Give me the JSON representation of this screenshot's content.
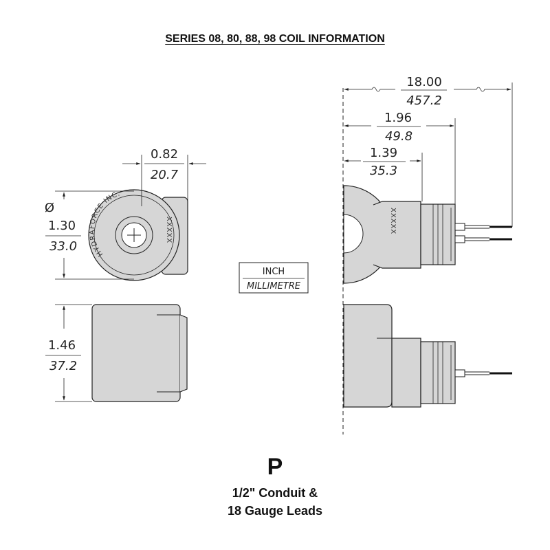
{
  "title": "SERIES 08, 80, 88, 98 COIL INFORMATION",
  "units": {
    "inch": "INCH",
    "mm": "MILLIMETRE"
  },
  "dimensions": {
    "width_face": {
      "inch": "0.82",
      "mm": "20.7"
    },
    "diameter": {
      "symbol": "Ø",
      "inch": "1.30",
      "mm": "33.0"
    },
    "height": {
      "inch": "1.46",
      "mm": "37.2"
    },
    "lead_length": {
      "inch": "18.00",
      "mm": "457.2"
    },
    "conduit_length": {
      "inch": "1.96",
      "mm": "49.8"
    },
    "coil_length": {
      "inch": "1.39",
      "mm": "35.3"
    }
  },
  "coil_markings": {
    "brand": "HYDRAFORCE  INC.",
    "code": "XXXXX"
  },
  "connector": {
    "letter": "P",
    "line1": "1/2\" Conduit &",
    "line2": "18 Gauge Leads"
  },
  "colors": {
    "coil_fill": "#d6d6d6",
    "line": "#222222",
    "background": "#ffffff"
  }
}
